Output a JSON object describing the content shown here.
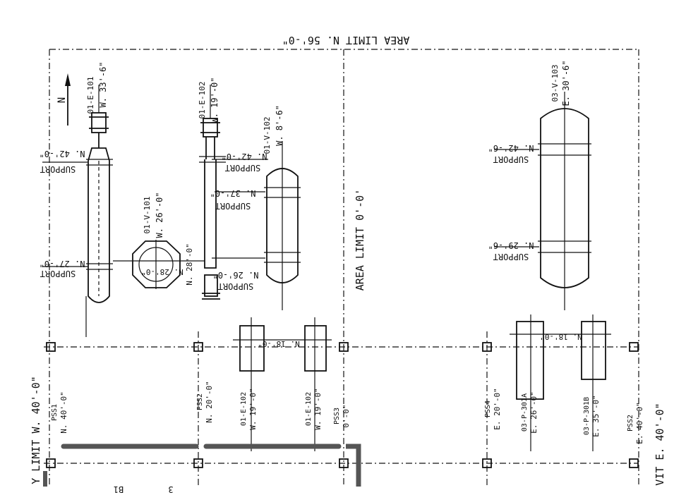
{
  "area_limits": {
    "north": "AREA LIMIT N. 56'-0\"",
    "area_zero": "AREA LIMIT 0'-0'",
    "west": "Y LIMIT  W. 40'-0\"",
    "east": "VIT  E. 40'-0\""
  },
  "north_arrow": {
    "label": "N"
  },
  "equipment": {
    "e101": {
      "tag": "01-E-101",
      "coord": "W. 33'-6\""
    },
    "e102": {
      "tag": "01-E-102",
      "coord": "W. 19'-0\""
    },
    "v102": {
      "tag": "01-V-102",
      "coord": "W. 8'-6\""
    },
    "v101": {
      "tag": "01-V-101",
      "coord": "W. 26'-0\""
    },
    "v103": {
      "tag": "03-V-103",
      "coord": "E. 30'-6\""
    }
  },
  "supports": [
    {
      "label": "SUPPORT",
      "elev": "N. 42'-0\""
    },
    {
      "label": "SUPPORT",
      "elev": "N. 27'-0\""
    },
    {
      "label": "SUPPORT",
      "elev": "N. 42'-0\""
    },
    {
      "label": "SUPPORT",
      "elev": "N. 37'-0\""
    },
    {
      "label": "SUPPORT",
      "elev": "N. 26'-0\""
    },
    {
      "label": "SUPPORT",
      "elev": "N. 42'-6\""
    },
    {
      "label": "SUPPORT",
      "elev": "N. 29'-6\""
    }
  ],
  "elevations": {
    "v101_nozzle": "N. 28'-0\"",
    "v101_center": "N. 28'-0\"",
    "foundations_row": "N. 18'-0\""
  },
  "pipe_supports": [
    {
      "id": "PSS1",
      "coord": "N. 40'-0\""
    },
    {
      "id": "PSS2",
      "coord": "N. 20'-0\""
    },
    {
      "id": "PSS3",
      "coord": "0'-0\""
    },
    {
      "id": "PSS4",
      "coord": "E. 20'-0\""
    },
    {
      "id": "PSS2",
      "coord": "E. 40'-0\""
    }
  ],
  "foundations": [
    {
      "tag": "01-E-102",
      "coord": "W. 19'-0\""
    },
    {
      "tag": "01-E-102",
      "coord": "W. 19'-0\""
    },
    {
      "tag": "03-P-301A",
      "coord": "E. 26'-0\""
    },
    {
      "tag": "03-P-301B",
      "coord": "E. 35'-0\""
    }
  ],
  "fragments": [
    "B1",
    "3"
  ]
}
